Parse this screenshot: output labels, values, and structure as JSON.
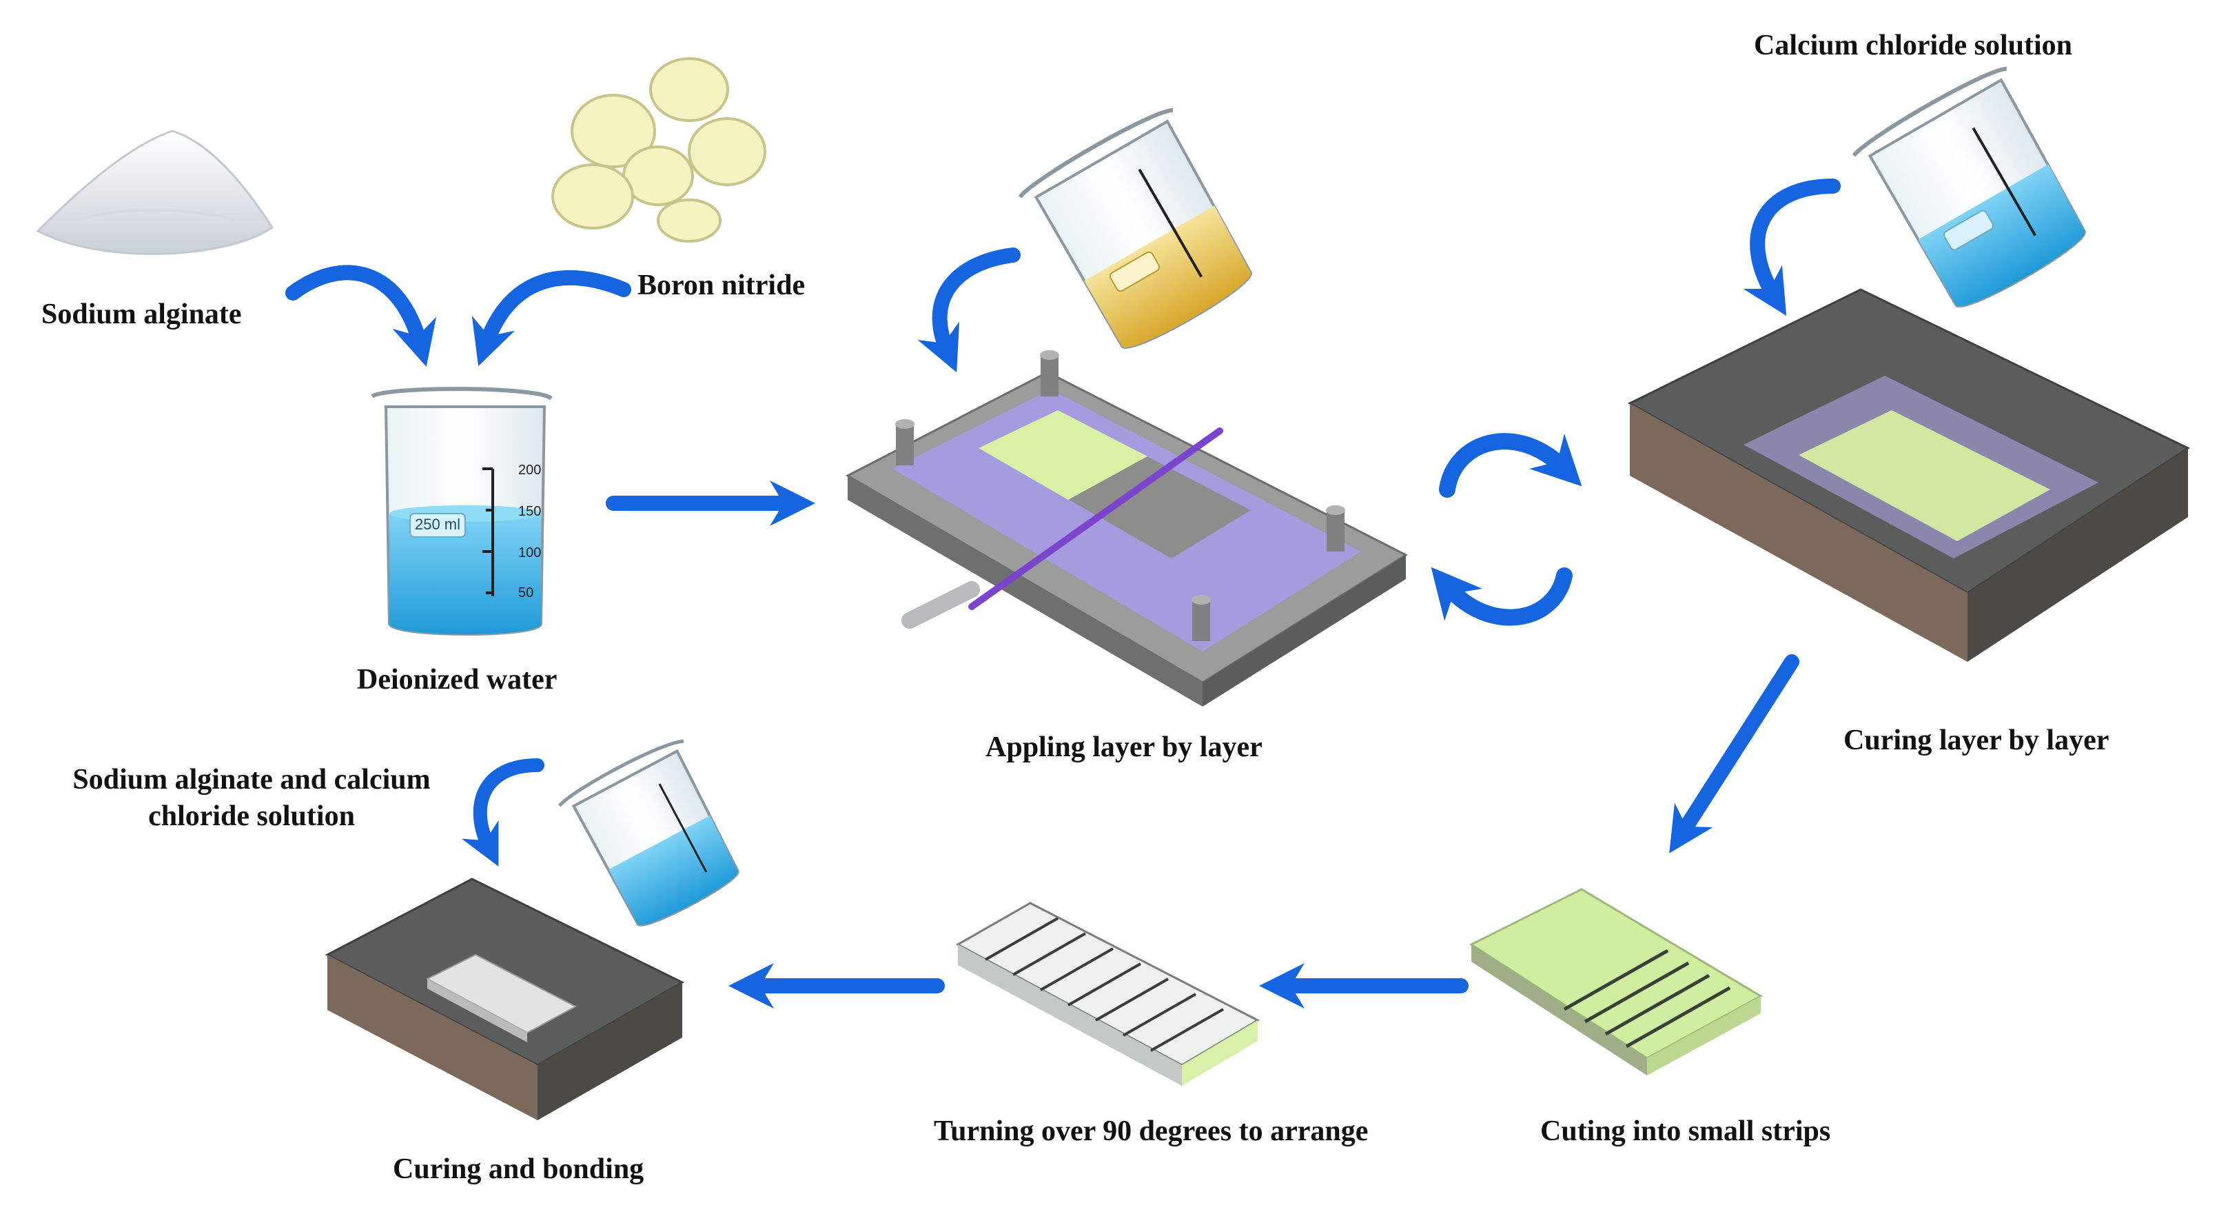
{
  "colors": {
    "arrow": "#1565e0",
    "water": "#3cb6ea",
    "yellow_liquid": "#e6c24a",
    "platform": "#8a8d8c",
    "frame": "#8f7fe8",
    "sheet": "#d8f0a4",
    "tray": "#6e6e6e"
  },
  "labels": {
    "sodium_alginate": "Sodium alginate",
    "boron_nitride": "Boron nitride",
    "deionized_water": "Deionized water",
    "calcium_chloride": "Calcium chloride solution",
    "appling": "Appling layer by layer",
    "curing_layer": "Curing layer by layer",
    "mixed_solution_line1": "Sodium alginate and calcium",
    "mixed_solution_line2": "chloride solution",
    "cuting": "Cuting into small strips",
    "turning": "Turning over 90 degrees to arrange",
    "curing_bonding": "Curing and bonding"
  },
  "beaker_marks": {
    "volume": "250 ml",
    "ticks": [
      "200",
      "150",
      "100",
      "50"
    ]
  }
}
